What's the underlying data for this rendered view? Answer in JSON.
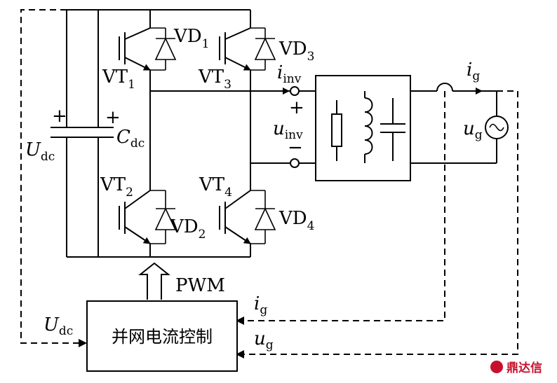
{
  "labels": {
    "vt1": "VT",
    "vt1_sub": "1",
    "vt2": "VT",
    "vt2_sub": "2",
    "vt3": "VT",
    "vt3_sub": "3",
    "vt4": "VT",
    "vt4_sub": "4",
    "vd1": "VD",
    "vd1_sub": "1",
    "vd2": "VD",
    "vd2_sub": "2",
    "vd3": "VD",
    "vd3_sub": "3",
    "vd4": "VD",
    "vd4_sub": "4",
    "udc_left": "U",
    "udc_left_sub": "dc",
    "cdc": "C",
    "cdc_sub": "dc",
    "plus": "+",
    "minus": "−",
    "iinv": "i",
    "iinv_sub": "inv",
    "uinv": "u",
    "uinv_sub": "inv",
    "ig_top": "i",
    "ig_top_sub": "g",
    "ug_grid": "u",
    "ug_grid_sub": "g",
    "pwm": "PWM",
    "ig_fb": "i",
    "ig_fb_sub": "g",
    "ug_fb": "u",
    "ug_fb_sub": "g",
    "udc_fb": "U",
    "udc_fb_sub": "dc",
    "controller": "并网电流控制",
    "watermark": "鼎达信"
  },
  "colors": {
    "line": "#000000",
    "watermark": "#c8102e"
  }
}
